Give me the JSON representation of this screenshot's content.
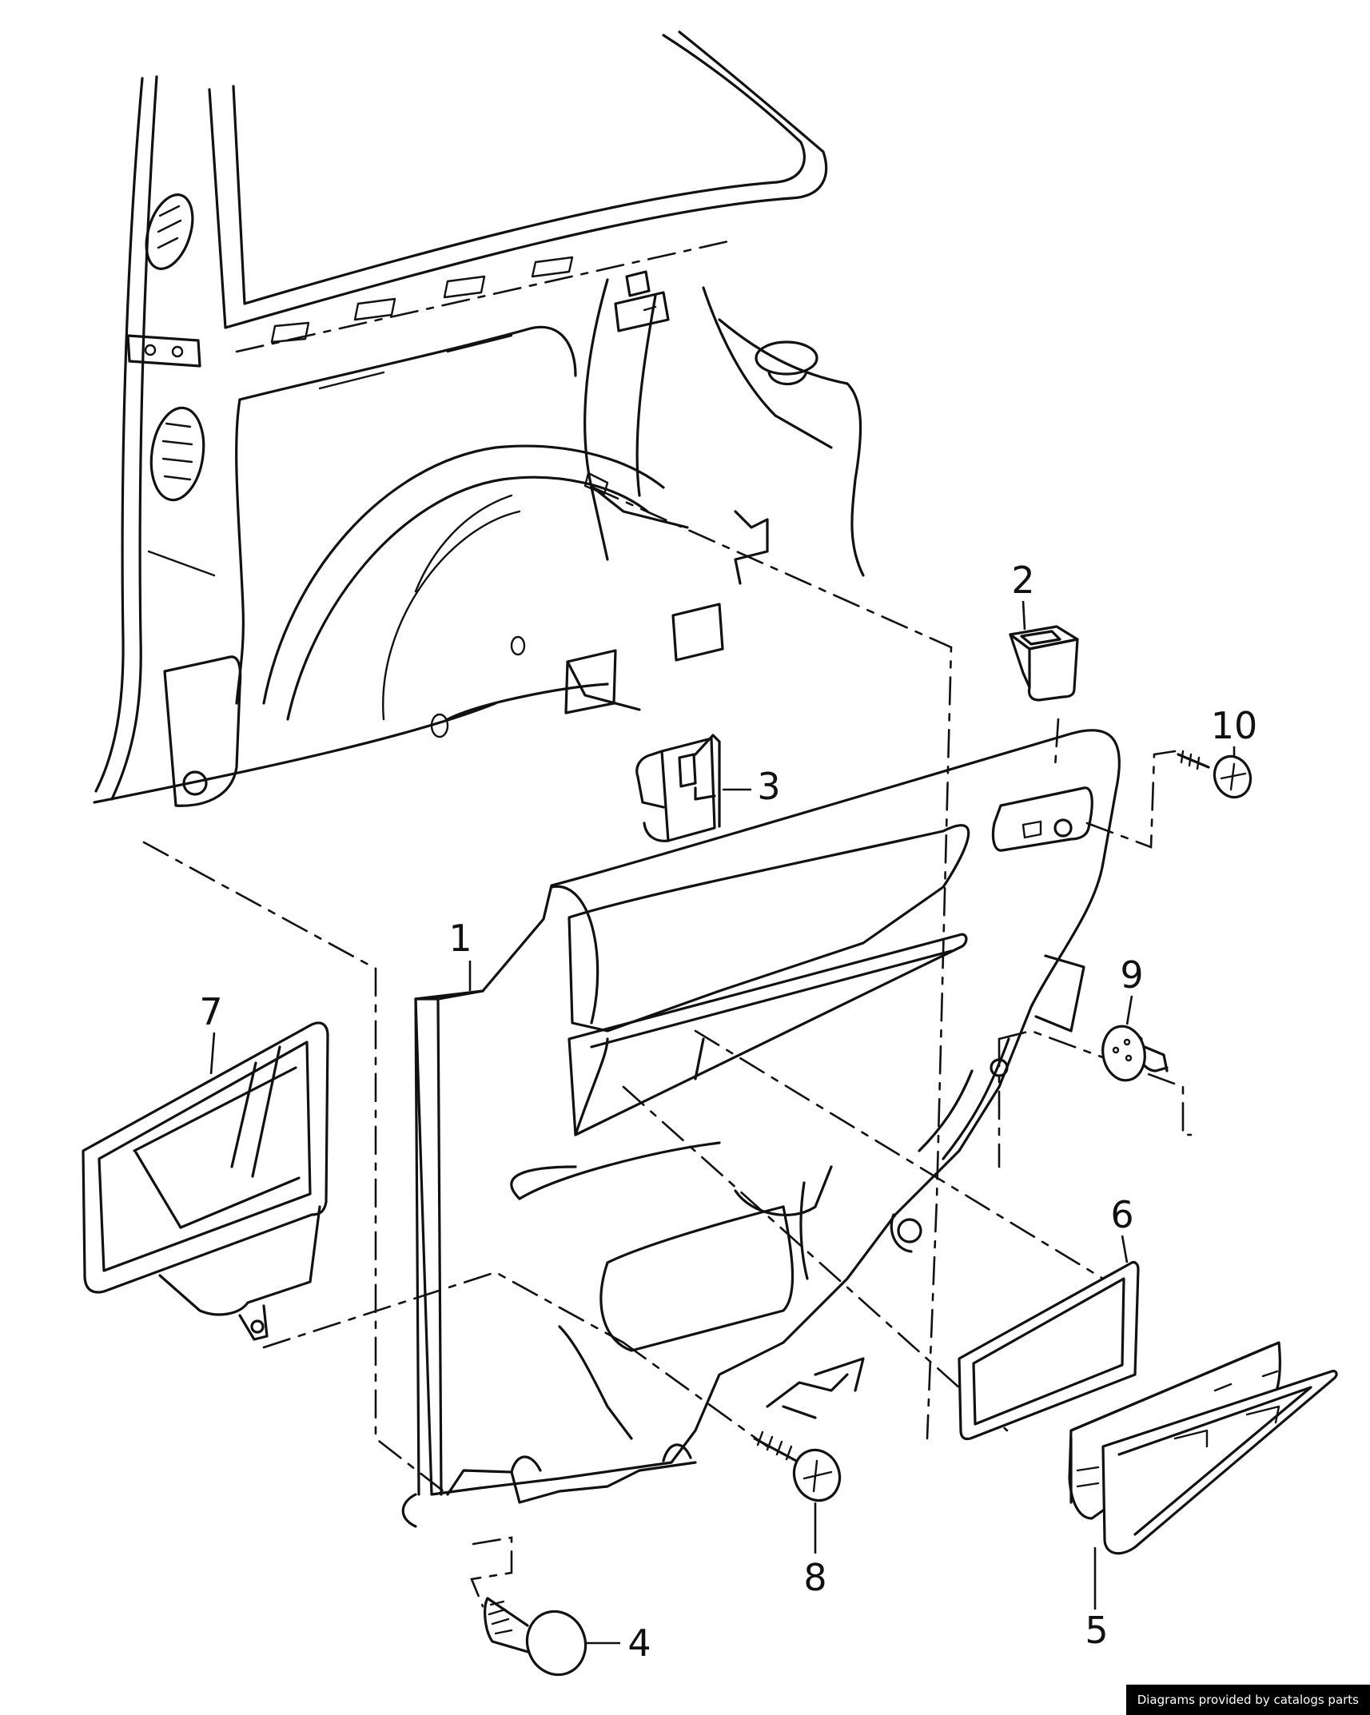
{
  "callouts": [
    {
      "id": "1",
      "label": "1"
    },
    {
      "id": "2",
      "label": "2"
    },
    {
      "id": "3",
      "label": "3"
    },
    {
      "id": "4",
      "label": "4"
    },
    {
      "id": "5",
      "label": "5"
    },
    {
      "id": "6",
      "label": "6"
    },
    {
      "id": "7",
      "label": "7"
    },
    {
      "id": "8",
      "label": "8"
    },
    {
      "id": "9",
      "label": "9"
    },
    {
      "id": "10",
      "label": "10"
    }
  ],
  "credit": "Diagrams provided by catalogs parts"
}
